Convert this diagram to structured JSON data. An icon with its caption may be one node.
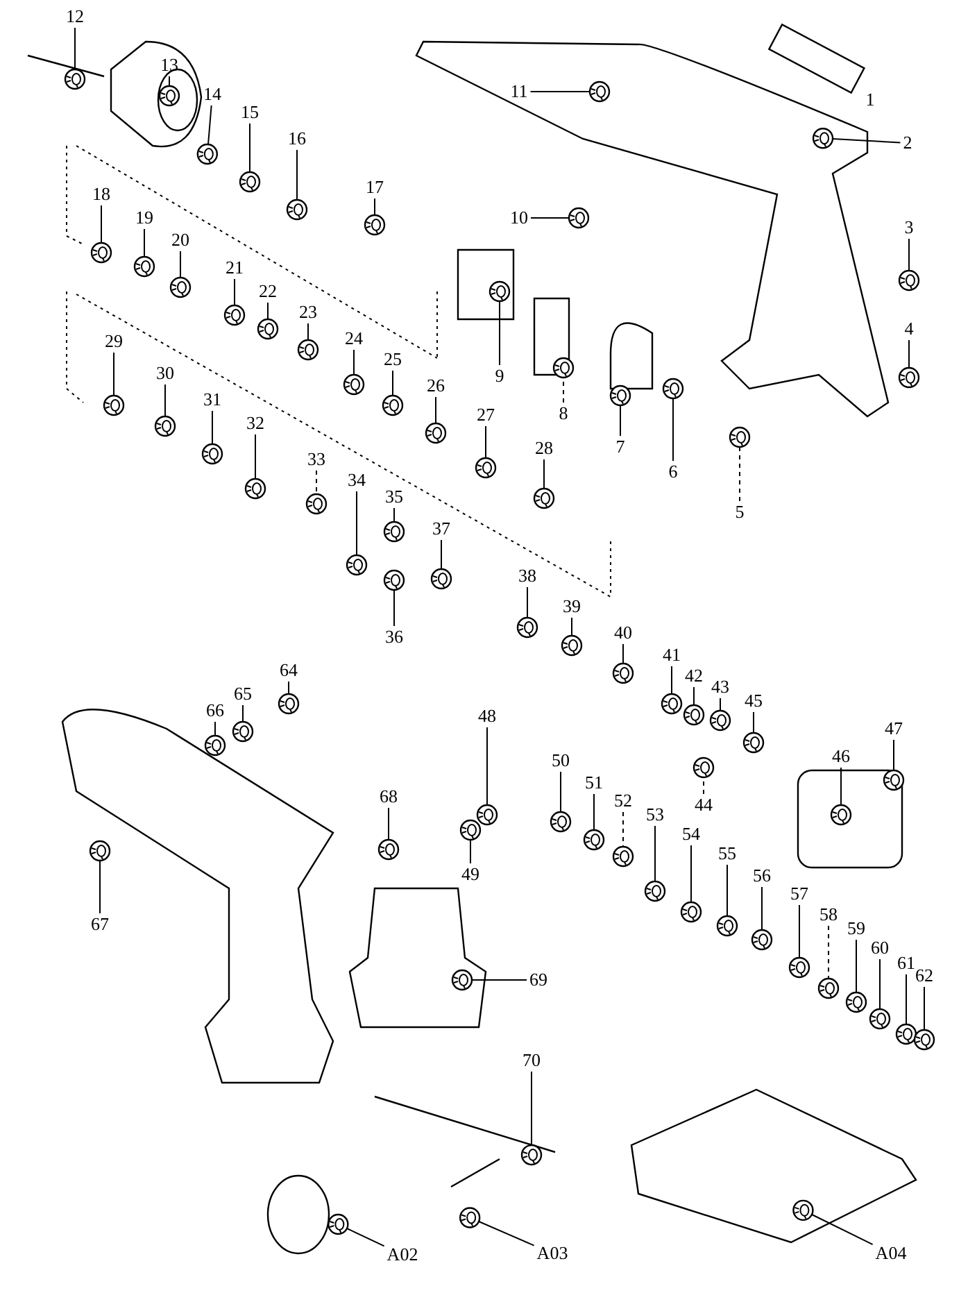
{
  "diagram": {
    "nodes": [
      {
        "text": [
          "2"
        ]
      },
      {
        "text": [
          "3"
        ]
      },
      {
        "text": [
          "4"
        ]
      },
      {
        "text": [
          "5"
        ]
      },
      {
        "text": [
          "6"
        ]
      },
      {
        "text": [
          "7"
        ]
      },
      {
        "text": [
          "8"
        ]
      },
      {
        "text": [
          "9"
        ]
      },
      {
        "text": [
          "10"
        ]
      },
      {
        "text": [
          "11"
        ]
      },
      {
        "text": [
          "12"
        ]
      },
      {
        "text": [
          "13"
        ]
      },
      {
        "text": [
          "14"
        ]
      },
      {
        "text": [
          "15"
        ]
      },
      {
        "text": [
          "16"
        ]
      },
      {
        "text": [
          "17"
        ]
      },
      {
        "text": [
          "18"
        ]
      },
      {
        "text": [
          "19"
        ]
      },
      {
        "text": [
          "20"
        ]
      },
      {
        "text": [
          "21"
        ]
      },
      {
        "text": [
          "22"
        ]
      },
      {
        "text": [
          "23"
        ]
      },
      {
        "text": [
          "24"
        ]
      },
      {
        "text": [
          "25"
        ]
      },
      {
        "text": [
          "26"
        ]
      },
      {
        "text": [
          "27"
        ]
      },
      {
        "text": [
          "28"
        ]
      },
      {
        "text": [
          "29"
        ]
      },
      {
        "text": [
          "30"
        ]
      },
      {
        "text": [
          "31"
        ]
      },
      {
        "text": [
          "32"
        ]
      },
      {
        "text": [
          "33"
        ]
      },
      {
        "text": [
          "34"
        ]
      },
      {
        "text": [
          "35"
        ]
      },
      {
        "text": [
          "36"
        ]
      },
      {
        "text": [
          "37"
        ]
      },
      {
        "text": [
          "38"
        ]
      },
      {
        "text": [
          "39"
        ]
      },
      {
        "text": [
          "40"
        ]
      },
      {
        "text": [
          "41"
        ]
      },
      {
        "text": [
          "42"
        ]
      },
      {
        "text": [
          "43"
        ]
      },
      {
        "text": [
          "44"
        ]
      },
      {
        "text": [
          "45"
        ]
      },
      {
        "text": [
          "46"
        ]
      },
      {
        "text": [
          "47"
        ]
      },
      {
        "text": [
          "48"
        ]
      },
      {
        "text": [
          "49"
        ]
      },
      {
        "text": [
          "50"
        ]
      },
      {
        "text": [
          "51"
        ]
      },
      {
        "text": [
          "52"
        ]
      },
      {
        "text": [
          "53"
        ]
      },
      {
        "text": [
          "54"
        ]
      },
      {
        "text": [
          "55"
        ]
      },
      {
        "text": [
          "56"
        ]
      },
      {
        "text": [
          "57"
        ]
      },
      {
        "text": [
          "58"
        ]
      },
      {
        "text": [
          "59"
        ]
      },
      {
        "text": [
          "60"
        ]
      },
      {
        "text": [
          "61"
        ]
      },
      {
        "text": [
          "62"
        ]
      },
      {
        "text": [
          "64"
        ]
      },
      {
        "text": [
          "65"
        ]
      },
      {
        "text": [
          "66"
        ]
      },
      {
        "text": [
          "67"
        ]
      },
      {
        "text": [
          "68"
        ]
      },
      {
        "text": [
          "69"
        ]
      },
      {
        "text": [
          "70"
        ]
      },
      {
        "text": [
          "A02"
        ]
      },
      {
        "text": [
          "A03"
        ]
      },
      {
        "text": [
          "A04"
        ]
      },
      {
        "text": [],
        "shape": "picture"
      },
      {
        "text": [],
        "shape": "picture"
      },
      {
        "text": [],
        "shape": "picture"
      },
      {
        "text": [],
        "shape": "picture"
      },
      {
        "text": [],
        "shape": "picture"
      },
      {
        "text": [],
        "shape": "picture"
      },
      {
        "text": [],
        "shape": "picture"
      },
      {
        "text": [],
        "shape": "picture"
      },
      {
        "text": [],
        "shape": "picture"
      },
      {
        "text": [],
        "shape": "picture"
      },
      {
        "text": [],
        "shape": "picture"
      },
      {
        "text": [],
        "shape": "picture"
      },
      {
        "text": [],
        "shape": "picture"
      },
      {
        "text": [],
        "shape": "picture"
      },
      {
        "text": [],
        "shape": "picture"
      },
      {
        "text": [],
        "shape": "picture"
      },
      {
        "text": [],
        "shape": "picture"
      },
      {
        "text": [],
        "shape": "picture"
      },
      {
        "text": [],
        "shape": "picture"
      },
      {
        "text": [],
        "shape": "picture"
      },
      {
        "text": [],
        "shape": "picture"
      },
      {
        "text": [],
        "shape": "picture"
      },
      {
        "text": [],
        "shape": "picture"
      },
      {
        "text": [],
        "shape": "picture"
      },
      {
        "text": [],
        "shape": "picture"
      },
      {
        "text": [],
        "shape": "picture"
      },
      {
        "text": [],
        "shape": "picture"
      },
      {
        "text": [],
        "shape": "picture"
      },
      {
        "text": [],
        "shape": "picture"
      },
      {
        "text": [],
        "shape": "picture"
      },
      {
        "text": [],
        "shape": "picture"
      },
      {
        "text": [],
        "shape": "picture"
      },
      {
        "text": [],
        "shape": "picture"
      },
      {
        "text": [],
        "shape": "picture"
      },
      {
        "text": [],
        "shape": "picture"
      },
      {
        "text": [],
        "shape": "picture"
      },
      {
        "text": [],
        "shape": "picture"
      },
      {
        "text": [],
        "shape": "picture"
      },
      {
        "text": [],
        "shape": "picture"
      },
      {
        "text": [],
        "shape": "picture"
      },
      {
        "text": [],
        "shape": "picture"
      },
      {
        "text": [],
        "shape": "picture"
      },
      {
        "text": [],
        "shape": "picture"
      },
      {
        "text": [],
        "shape": "picture"
      },
      {
        "text": [],
        "shape": "picture"
      },
      {
        "text": [],
        "shape": "picture"
      },
      {
        "text": [],
        "shape": "picture"
      },
      {
        "text": [],
        "shape": "picture"
      },
      {
        "text": [],
        "shape": "picture"
      },
      {
        "text": [],
        "shape": "picture"
      },
      {
        "text": [],
        "shape": "picture"
      },
      {
        "text": [],
        "shape": "picture"
      },
      {
        "text": [],
        "shape": "picture"
      },
      {
        "text": [],
        "shape": "picture"
      },
      {
        "text": [],
        "shape": "picture"
      },
      {
        "text": [],
        "shape": "picture"
      },
      {
        "text": [],
        "shape": "picture"
      },
      {
        "text": [],
        "shape": "picture"
      },
      {
        "text": [],
        "shape": "picture"
      },
      {
        "text": [],
        "shape": "picture"
      },
      {
        "text": [],
        "shape": "picture"
      },
      {
        "text": [],
        "shape": "picture"
      },
      {
        "text": [],
        "shape": "picture"
      },
      {
        "text": [],
        "shape": "picture"
      },
      {
        "text": [],
        "shape": "picture"
      },
      {
        "text": [],
        "shape": "picture"
      },
      {
        "text": [],
        "shape": "picture"
      },
      {
        "text": [],
        "shape": "picture"
      },
      {
        "text": [],
        "shape": "picture"
      },
      {
        "text": [],
        "shape": "picture"
      },
      {
        "text": [],
        "shape": "picture"
      }
    ],
    "edges": [
      {
        "from": 0,
        "to": 71,
        "arrow": "none"
      },
      {
        "from": 1,
        "to": 72,
        "arrow": "none"
      },
      {
        "from": 2,
        "to": 73,
        "arrow": "none"
      },
      {
        "from": 3,
        "to": 74,
        "arrow": "none",
        "style": "dashed"
      },
      {
        "from": 4,
        "to": 75,
        "arrow": "none"
      },
      {
        "from": 5,
        "to": 76,
        "arrow": "none"
      },
      {
        "from": 6,
        "to": 77,
        "arrow": "none",
        "style": "dashed"
      },
      {
        "from": 7,
        "to": 78,
        "arrow": "none"
      },
      {
        "from": 8,
        "to": 79,
        "arrow": "none"
      },
      {
        "from": 9,
        "to": 80,
        "arrow": "none"
      },
      {
        "from": 10,
        "to": 81,
        "arrow": "none"
      },
      {
        "from": 11,
        "to": 82,
        "arrow": "none"
      },
      {
        "from": 12,
        "to": 83,
        "arrow": "none"
      },
      {
        "from": 13,
        "to": 84,
        "arrow": "none"
      },
      {
        "from": 14,
        "to": 85,
        "arrow": "none"
      },
      {
        "from": 15,
        "to": 86,
        "arrow": "none"
      },
      {
        "from": 16,
        "to": 87,
        "arrow": "none"
      },
      {
        "from": 17,
        "to": 88,
        "arrow": "none"
      },
      {
        "from": 18,
        "to": 89,
        "arrow": "none"
      },
      {
        "from": 19,
        "to": 90,
        "arrow": "none"
      },
      {
        "from": 20,
        "to": 91,
        "arrow": "none"
      },
      {
        "from": 21,
        "to": 92,
        "arrow": "none"
      },
      {
        "from": 22,
        "to": 93,
        "arrow": "none"
      },
      {
        "from": 23,
        "to": 94,
        "arrow": "none"
      },
      {
        "from": 24,
        "to": 95,
        "arrow": "none"
      },
      {
        "from": 25,
        "to": 96,
        "arrow": "none"
      },
      {
        "from": 26,
        "to": 97,
        "arrow": "none"
      },
      {
        "from": 27,
        "to": 98,
        "arrow": "none"
      },
      {
        "from": 28,
        "to": 99,
        "arrow": "none"
      },
      {
        "from": 29,
        "to": 100,
        "arrow": "none"
      },
      {
        "from": 30,
        "to": 101,
        "arrow": "none"
      },
      {
        "from": 31,
        "to": 102,
        "arrow": "none",
        "style": "dashed"
      },
      {
        "from": 32,
        "to": 103,
        "arrow": "none"
      },
      {
        "from": 33,
        "to": 104,
        "arrow": "none"
      },
      {
        "from": 34,
        "to": 105,
        "arrow": "none"
      },
      {
        "from": 35,
        "to": 106,
        "arrow": "none"
      },
      {
        "from": 36,
        "to": 107,
        "arrow": "none"
      },
      {
        "from": 37,
        "to": 108,
        "arrow": "none"
      },
      {
        "from": 38,
        "to": 109,
        "arrow": "none"
      },
      {
        "from": 39,
        "to": 110,
        "arrow": "none"
      },
      {
        "from": 40,
        "to": 111,
        "arrow": "none"
      },
      {
        "from": 41,
        "to": 112,
        "arrow": "none"
      },
      {
        "from": 42,
        "to": 113,
        "arrow": "none",
        "style": "dashed"
      },
      {
        "from": 43,
        "to": 114,
        "arrow": "none"
      },
      {
        "from": 44,
        "to": 115,
        "arrow": "none"
      },
      {
        "from": 45,
        "to": 116,
        "arrow": "none"
      },
      {
        "from": 46,
        "to": 117,
        "arrow": "none"
      },
      {
        "from": 47,
        "to": 118,
        "arrow": "none"
      },
      {
        "from": 48,
        "to": 119,
        "arrow": "none"
      },
      {
        "from": 49,
        "to": 120,
        "arrow": "none"
      },
      {
        "from": 50,
        "to": 121,
        "arrow": "none",
        "style": "dashed"
      },
      {
        "from": 51,
        "to": 122,
        "arrow": "none"
      },
      {
        "from": 52,
        "to": 123,
        "arrow": "none"
      },
      {
        "from": 53,
        "to": 124,
        "arrow": "none"
      },
      {
        "from": 54,
        "to": 125,
        "arrow": "none"
      },
      {
        "from": 55,
        "to": 126,
        "arrow": "none"
      },
      {
        "from": 56,
        "to": 127,
        "arrow": "none",
        "style": "dashed"
      },
      {
        "from": 57,
        "to": 128,
        "arrow": "none"
      },
      {
        "from": 58,
        "to": 129,
        "arrow": "none"
      },
      {
        "from": 59,
        "to": 130,
        "arrow": "none"
      },
      {
        "from": 60,
        "to": 131,
        "arrow": "none"
      },
      {
        "from": 61,
        "to": 132,
        "arrow": "none"
      },
      {
        "from": 62,
        "to": 133,
        "arrow": "none"
      },
      {
        "from": 63,
        "to": 134,
        "arrow": "none"
      },
      {
        "from": 64,
        "to": 135,
        "arrow": "none"
      },
      {
        "from": 65,
        "to": 136,
        "arrow": "none"
      },
      {
        "from": 66,
        "to": 137,
        "arrow": "none"
      },
      {
        "from": 67,
        "to": 138,
        "arrow": "none"
      },
      {
        "from": 68,
        "to": 139,
        "arrow": "none"
      },
      {
        "from": 69,
        "to": 140,
        "arrow": "none"
      },
      {
        "from": 70,
        "to": 141,
        "arrow": "none"
      }
    ],
    "labels": [
      "1"
    ]
  }
}
